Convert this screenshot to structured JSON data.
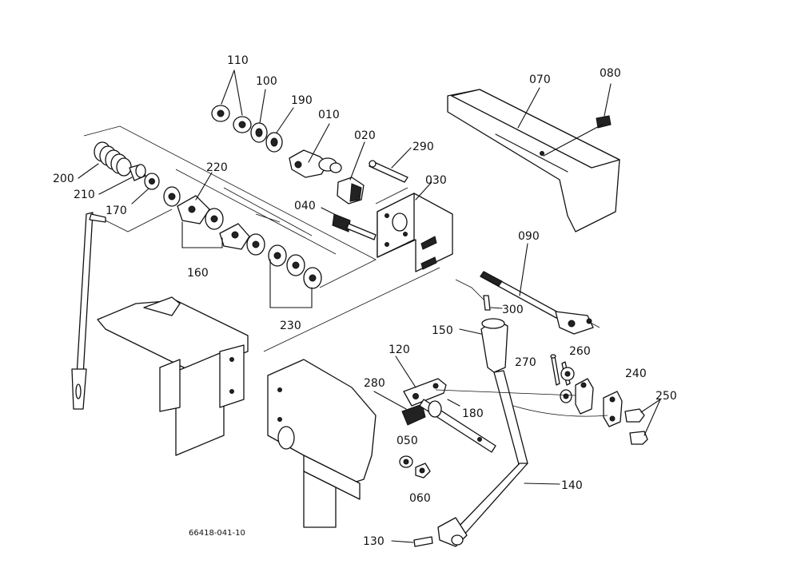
{
  "diagram": {
    "drawing_number": "66418-041-10",
    "callouts": [
      {
        "id": "label-110",
        "text": "110"
      },
      {
        "id": "label-100",
        "text": "100"
      },
      {
        "id": "label-190",
        "text": "190"
      },
      {
        "id": "label-010",
        "text": "010"
      },
      {
        "id": "label-020",
        "text": "020"
      },
      {
        "id": "label-290",
        "text": "290"
      },
      {
        "id": "label-030",
        "text": "030"
      },
      {
        "id": "label-040",
        "text": "040"
      },
      {
        "id": "label-200",
        "text": "200"
      },
      {
        "id": "label-210",
        "text": "210"
      },
      {
        "id": "label-170",
        "text": "170"
      },
      {
        "id": "label-220",
        "text": "220"
      },
      {
        "id": "label-160",
        "text": "160"
      },
      {
        "id": "label-230",
        "text": "230"
      },
      {
        "id": "label-070",
        "text": "070"
      },
      {
        "id": "label-080",
        "text": "080"
      },
      {
        "id": "label-090",
        "text": "090"
      },
      {
        "id": "label-300",
        "text": "300"
      },
      {
        "id": "label-150",
        "text": "150"
      },
      {
        "id": "label-120",
        "text": "120"
      },
      {
        "id": "label-280",
        "text": "280"
      },
      {
        "id": "label-180",
        "text": "180"
      },
      {
        "id": "label-050",
        "text": "050"
      },
      {
        "id": "label-060",
        "text": "060"
      },
      {
        "id": "label-270",
        "text": "270"
      },
      {
        "id": "label-260",
        "text": "260"
      },
      {
        "id": "label-240",
        "text": "240"
      },
      {
        "id": "label-250",
        "text": "250"
      },
      {
        "id": "label-140",
        "text": "140"
      },
      {
        "id": "label-130",
        "text": "130"
      }
    ]
  }
}
